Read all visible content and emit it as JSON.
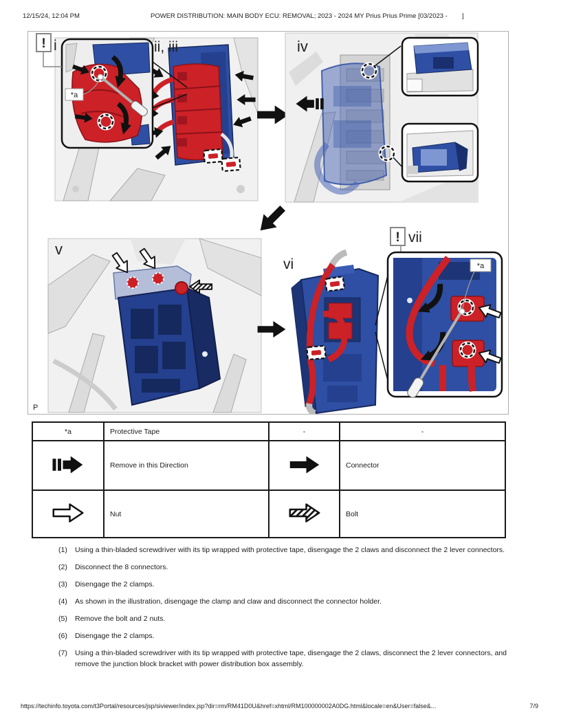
{
  "header": {
    "datetime": "12/15/24, 12:04 PM",
    "title": "POWER DISTRIBUTION: MAIN BODY ECU: REMOVAL; 2023 - 2024 MY Prius Prius Prime [03/2023 -        ]"
  },
  "figure": {
    "labels": {
      "warning": "!",
      "step_i": "i",
      "step_ii_iii": "ii, iii",
      "step_iv": "iv",
      "step_v": "v",
      "step_vi": "vi",
      "step_vii": "vii",
      "tape": "*a",
      "corner": "P"
    },
    "colors": {
      "part_blue": "#2e4fa3",
      "part_red": "#cc2127",
      "body_gray": "#f1f1f1"
    },
    "icons": {
      "remove_direction": "remove-direction-arrow",
      "connector": "connector-arrow",
      "nut": "nut-arrow",
      "bolt": "bolt-arrow",
      "clamp": "clamp-dashed-box",
      "claw": "claw-dashed-circle"
    }
  },
  "legend": {
    "rows": [
      {
        "c1": "*a",
        "c2": "Protective Tape",
        "c3": "-",
        "c4": "-"
      },
      {
        "c1_icon": "remove-direction-arrow",
        "c2": "Remove in this Direction",
        "c3_icon": "connector-arrow",
        "c4": "Connector"
      },
      {
        "c1_icon": "nut-arrow",
        "c2": "Nut",
        "c3_icon": "bolt-arrow",
        "c4": "Bolt"
      }
    ]
  },
  "steps": [
    {
      "num": "(1)",
      "text": "Using a thin-bladed screwdriver with its tip wrapped with protective tape, disengage the 2 claws and disconnect the 2 lever connectors."
    },
    {
      "num": "(2)",
      "text": "Disconnect the 8 connectors."
    },
    {
      "num": "(3)",
      "text": "Disengage the 2 clamps."
    },
    {
      "num": "(4)",
      "text": "As shown in the illustration, disengage the clamp and claw and disconnect the connector holder."
    },
    {
      "num": "(5)",
      "text": "Remove the bolt and 2 nuts."
    },
    {
      "num": "(6)",
      "text": "Disengage the 2 clamps."
    },
    {
      "num": "(7)",
      "text": "Using a thin-bladed screwdriver with its tip wrapped with protective tape, disengage the 2 claws, disconnect the 2 lever connectors, and remove the junction block bracket with power distribution box assembly."
    }
  ],
  "footer": {
    "url": "https://techinfo.toyota.com/t3Portal/resources/jsp/siviewer/index.jsp?dir=rm/RM41D0U&href=xhtml/RM100000002A0DG.html&locale=en&User=false&...",
    "page": "7/9"
  }
}
